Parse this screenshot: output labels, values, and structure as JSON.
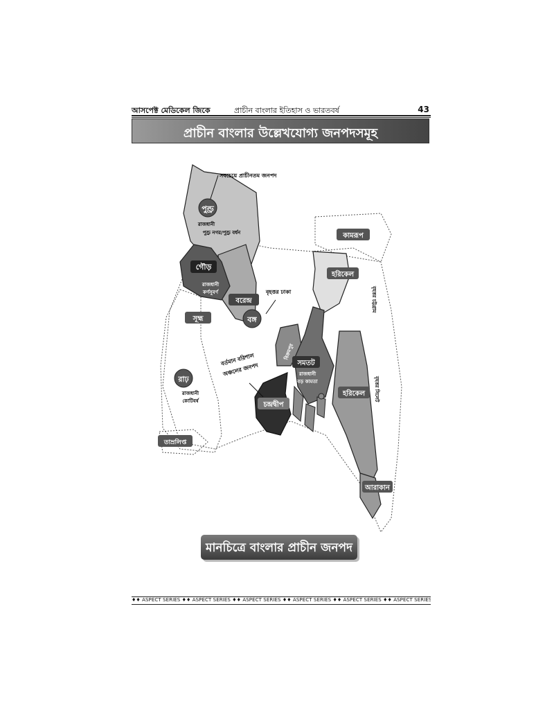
{
  "header": {
    "left": "আসপেক্ট মেডিকেল জিকে",
    "center": "প্রাচীন বাংলার ইতিহাস ও ভারতবর্ষ",
    "page_number": "43"
  },
  "title": "প্রাচীন বাংলার উল্লেখযোগ্য জনপদসমূহ",
  "map": {
    "annotations": {
      "oldest": "সবচেয়ে প্রাচীনতম জনপদ",
      "brihattor_dhaka": "বৃহত্তর ঢাকা",
      "barishal_line1": "বর্তমান বরিশাল",
      "barishal_line2": "অঞ্চলের জনপদ",
      "brihattor_sylhet": "বৃহত্তর সিলেট",
      "brihattor_chattogram": "বৃহত্তর চট্টগ্রাম"
    },
    "regions": {
      "pundra": "পুণ্ড্র",
      "pundra_capital_label": "রাজধানী",
      "pundra_capital": "পুণ্ড্র নগর/পুণ্ড্র বর্ধন",
      "kamrup": "কামরূপ",
      "gaur": "গৌড়",
      "gaur_capital_label": "রাজধানী",
      "gaur_capital": "কর্ণসুবর্ণ",
      "varendra": "বরেন্দ্র",
      "harikel_north": "হরিকেল",
      "suhma": "সূহ্ম",
      "banga": "বঙ্গ",
      "vikrampur": "বিক্রমপুর",
      "samatata": "সমতট",
      "samatata_capital_label": "রাজধানী",
      "samatata_capital": "বড় কামতা",
      "rarh": "রাঢ়",
      "rarh_capital_label": "রাজধানী",
      "rarh_capital": "কোটিবর্ষ",
      "harikel_south": "হরিকেল",
      "chandradwip": "চন্দ্রদ্বীপ",
      "tamralipta": "তাম্রলিপ্ত",
      "arakan": "আরাকান"
    }
  },
  "caption": "মানচিত্রে বাংলার প্রাচীন জনপদ",
  "footer": "♦♦ ASPECT SERIES ♦♦ ASPECT SERIES ♦♦ ASPECT SERIES ♦♦ ASPECT SERIES ♦♦ ASPECT SERIES ♦♦ ASPECT SERIES ♦♦",
  "colors": {
    "light_gray": "#c4c4c4",
    "mid_gray": "#9a9a9a",
    "dark_gray": "#5a5a5a",
    "darkest": "#2e2e2e",
    "pale": "#e0e0e0"
  }
}
